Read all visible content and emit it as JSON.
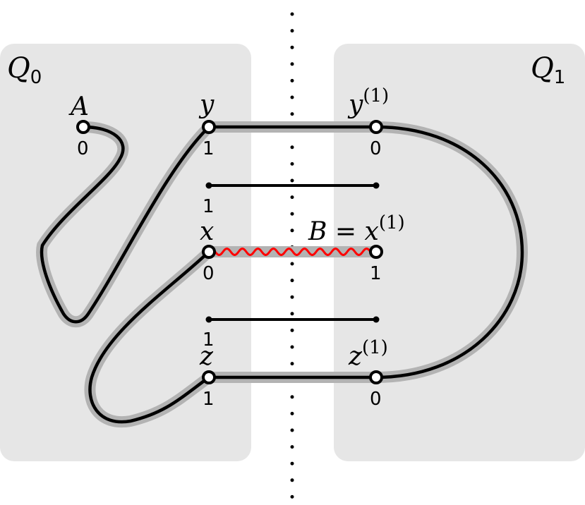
{
  "regions": {
    "left": {
      "base": "Q",
      "sub": "0"
    },
    "right": {
      "base": "Q",
      "sub": "1"
    }
  },
  "vertices": {
    "A": {
      "name": "A",
      "value": "0"
    },
    "y": {
      "name": "y",
      "value": "1"
    },
    "y1": {
      "name": "y",
      "sup": "(1)",
      "value": "0"
    },
    "x": {
      "name": "x",
      "value": "0"
    },
    "x1": {
      "prefix": "B = ",
      "name": "x",
      "sup": "(1)",
      "value": "1"
    },
    "z": {
      "name": "z",
      "value": "1"
    },
    "z1": {
      "name": "z",
      "sup": "(1)",
      "value": "0"
    }
  },
  "middle_edges": {
    "upper_value": "1",
    "lower_value": "1"
  },
  "colors": {
    "region_fill": "#e6e6e6",
    "path_halo": "#b3b3b3",
    "path": "#000000",
    "special_edge": "#ff0000",
    "node_fill": "#ffffff"
  }
}
